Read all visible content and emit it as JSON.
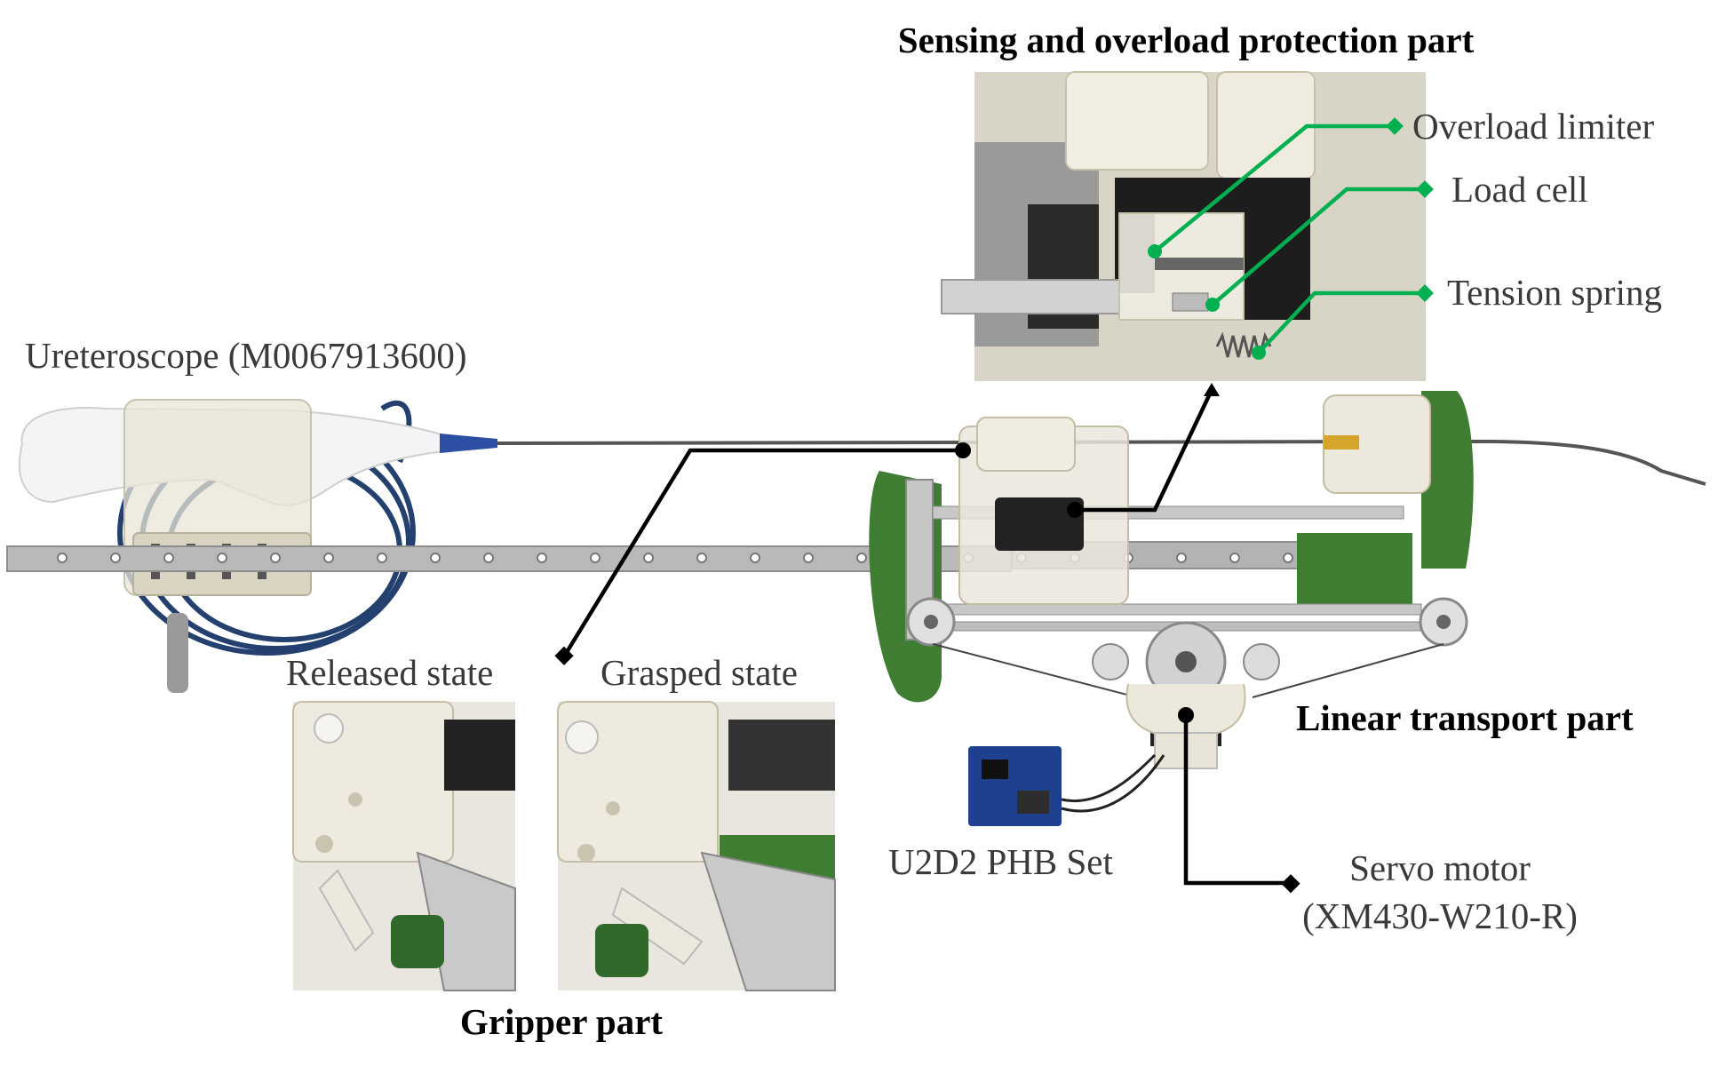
{
  "labels": {
    "sensing_title": "Sensing and overload protection part",
    "overload_limiter": "Overload limiter",
    "load_cell": "Load cell",
    "tension_spring": "Tension spring",
    "ureteroscope": "Ureteroscope (M0067913600)",
    "released_state": "Released state",
    "grasped_state": "Grasped state",
    "linear_transport": "Linear transport part",
    "u2d2": "U2D2 PHB Set",
    "servo_line1": "Servo motor",
    "servo_line2": "(XM430-W210-R)",
    "gripper_part": "Gripper part"
  },
  "colors": {
    "callout_green": "#00b050",
    "callout_black": "#000000",
    "frame_green": "#3f7d32",
    "aluminum": "#b9b9b9",
    "resin": "#e9e6dc",
    "cable_blue": "#23406f"
  }
}
